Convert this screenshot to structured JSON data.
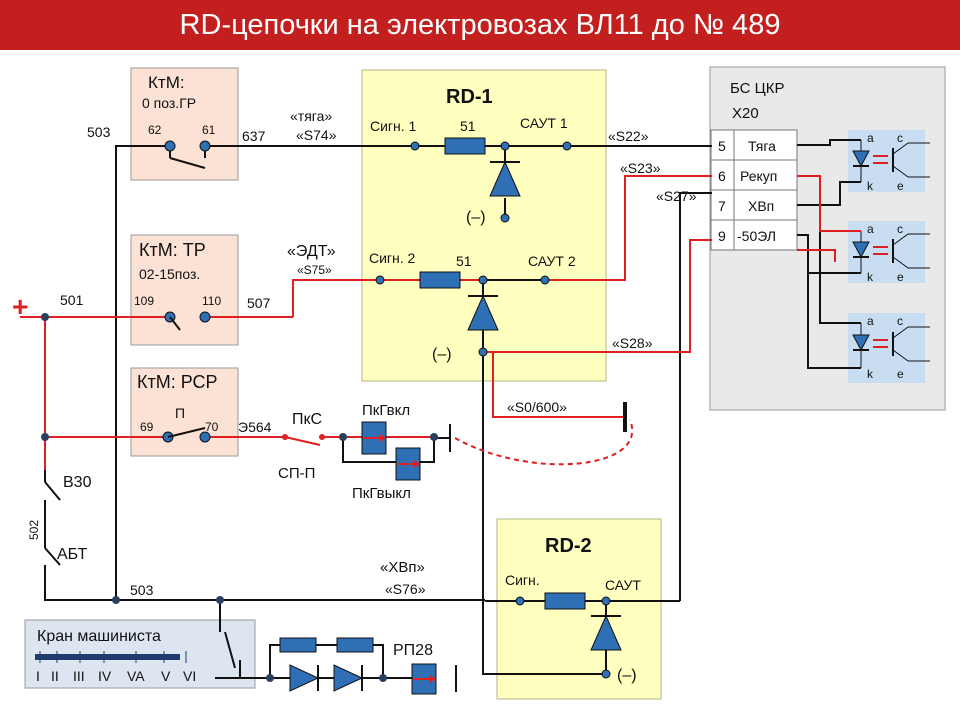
{
  "title": "RD-цепочки на электровозах ВЛ11 до № 489",
  "ktm1": {
    "title": "КтМ:",
    "sub": "0 поз.ГР",
    "c1": "62",
    "c2": "61"
  },
  "ktm2": {
    "title": "КтМ: ТР",
    "sub": "02-15поз.",
    "c1": "109",
    "c2": "110"
  },
  "ktm3": {
    "title": "КтМ: РСР",
    "sub": "П",
    "c1": "69",
    "c2": "70"
  },
  "rd1": {
    "title": "RD-1",
    "sig1": "Сигн. 1",
    "sig2": "Сигн. 2",
    "saut1": "САУТ 1",
    "saut2": "САУТ 2",
    "r1": "51",
    "r2": "51",
    "minus1": "(–)",
    "minus2": "(–)"
  },
  "rd2": {
    "title": "RD-2",
    "sig": "Сигн.",
    "saut": "САУТ",
    "minus": "(–)"
  },
  "bsckr": {
    "title": "БС ЦКР",
    "sub": "Х20",
    "rows": [
      {
        "num": "5",
        "label": "Тяга"
      },
      {
        "num": "6",
        "label": "Рекуп"
      },
      {
        "num": "7",
        "label": "ХВп"
      },
      {
        "num": "9",
        "label": "-50ЭЛ"
      }
    ],
    "pin_a": "a",
    "pin_c": "c",
    "pin_k": "k",
    "pin_e": "e"
  },
  "wires": {
    "w503a": "503",
    "w637": "637",
    "w501": "501",
    "w507": "507",
    "w564": "Э564",
    "w502": "502",
    "w503b": "503",
    "plus": "+"
  },
  "signals": {
    "tyaga": "«тяга»",
    "s74": "«S74»",
    "edt": "«ЭДТ»",
    "s75": "«S75»",
    "s22": "«S22»",
    "s23": "«S23»",
    "s27": "«S27»",
    "s28": "«S28»",
    "s0": "«S0/600»",
    "hvp": "«ХВп»",
    "s76": "«S76»"
  },
  "devices": {
    "pks": "ПкС",
    "spp": "СП-П",
    "pkgvkl": "ПкГвкл",
    "pkgvykl": "ПкГвыкл",
    "v30": "В30",
    "abt": "АБТ",
    "rp28": "РП28"
  },
  "kran": {
    "title": "Кран машиниста",
    "positions": [
      "I",
      "II",
      "III",
      "IV",
      "VA",
      "V",
      "VI"
    ]
  },
  "colors": {
    "title_bg": "#c41f1f",
    "relay_box": "#fbe2d5",
    "rd_box": "#ffffc0",
    "gray_box": "#e9e9e9",
    "wire_red": "#e02020",
    "component_blue": "#2f6fb5",
    "opto_bg": "#c9ddf2"
  }
}
